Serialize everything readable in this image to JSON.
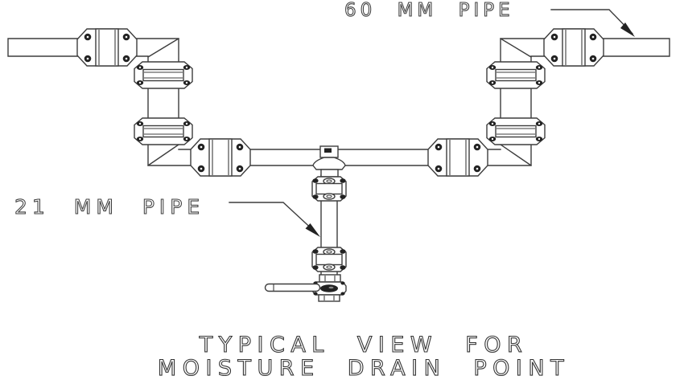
{
  "diagram": {
    "labels": {
      "pipe_60": "60 MM PIPE",
      "pipe_21": "21 MM PIPE"
    },
    "caption": {
      "line1": "TYPICAL VIEW FOR",
      "line2": "MOISTURE DRAIN POINT"
    },
    "colors": {
      "line": "#3d3d3d",
      "text": "#3d3d3d",
      "background": "#ffffff",
      "bolt_fill": "#222222"
    }
  }
}
